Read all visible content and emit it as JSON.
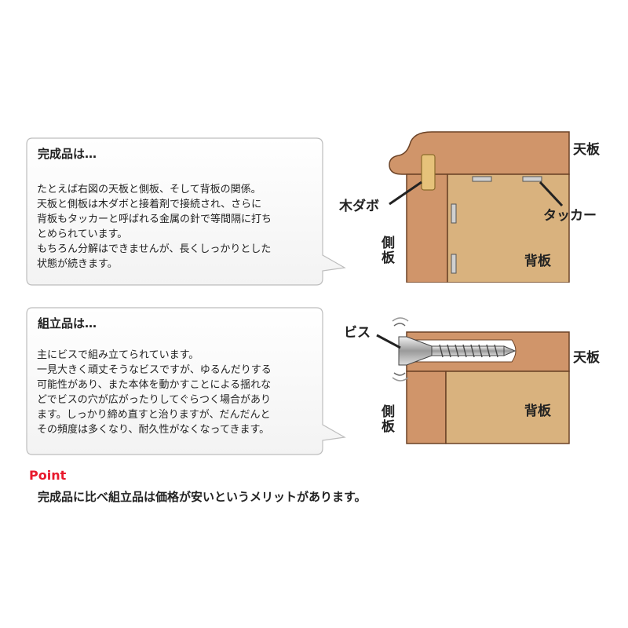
{
  "finished_product": {
    "title": "完成品は…",
    "lines": [
      "たとえば右図の天板と側板、そして背板の関係。",
      "天板と側板は木ダボと接着剤で接続され、さらに",
      "背板もタッカーと呼ばれる金属の針で等間隔に打ち",
      "とめられています。",
      "もちろん分解はできませんが、長くしっかりとした",
      "状態が続きます。"
    ]
  },
  "assembled_product": {
    "title": "組立品は…",
    "lines": [
      "主にビスで組み立てられています。",
      "一見大きく頑丈そうなビスですが、ゆるんだりする",
      "可能性があり、また本体を動かすことによる揺れな",
      "どでビスの穴が広がったりしてぐらつく場合があり",
      "ます。しっかり締め直すと治りますが、だんだんと",
      "その頻度は多くなり、耐久性がなくなってきます。"
    ]
  },
  "diagram_finished": {
    "top_board": "天板",
    "side_board": "側板",
    "back_board": "背板",
    "dowel": "木ダボ",
    "tacker": "タッカー"
  },
  "diagram_assembled": {
    "top_board": "天板",
    "side_board": "側板",
    "back_board": "背板",
    "screw": "ビス"
  },
  "point": {
    "label": "Point",
    "text": "完成品に比べ組立品は価格が安いというメリットがあります。"
  },
  "colors": {
    "wood": "#d0956a",
    "wood_light": "#deb27e",
    "back_board": "#d9b27e",
    "outline": "#6b4226",
    "accent_red": "#e8192c"
  }
}
